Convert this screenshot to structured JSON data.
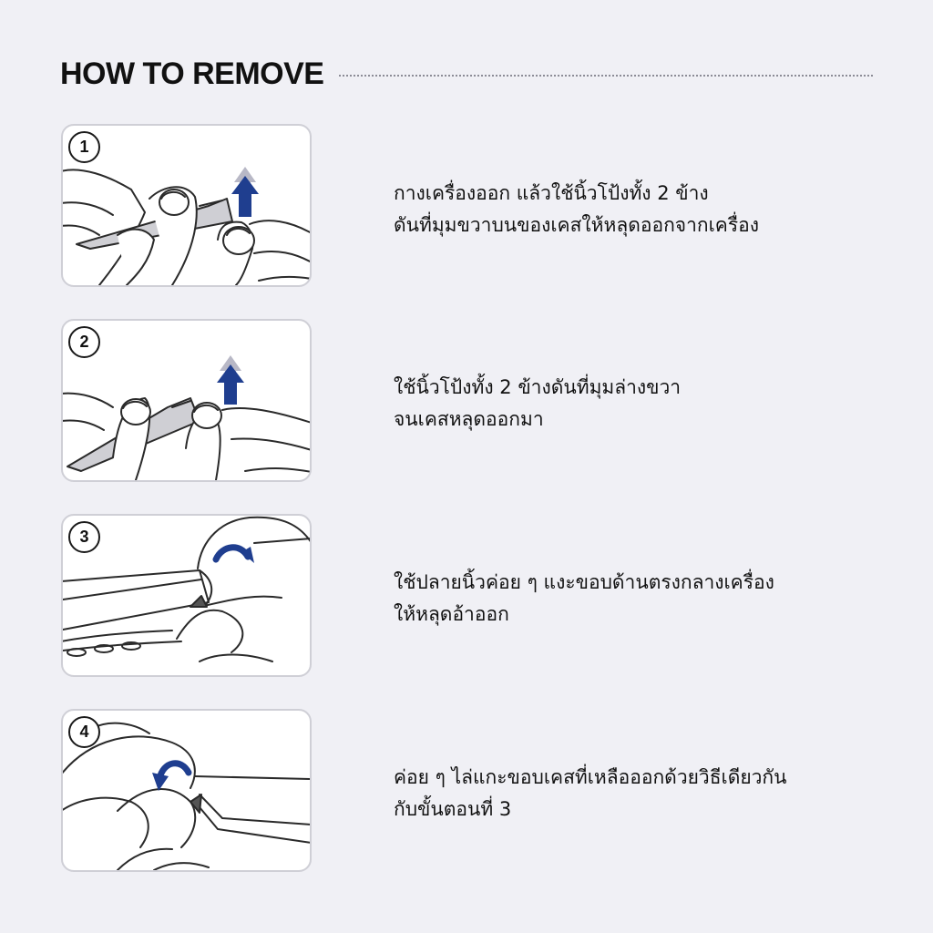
{
  "page": {
    "title": "HOW TO REMOVE",
    "background": "#f0f0f5",
    "accent": "#1f3e8f"
  },
  "steps": [
    {
      "number": "1",
      "lines": [
        "กางเครื่องออก แล้วใช้นิ้วโป้งทั้ง 2 ข้าง",
        "ดันที่มุมขวาบนของเคสให้หลุดออกจากเครื่อง"
      ],
      "illustration": "thumbs-push-top-right-corner",
      "arrow": "up-arrow-icon"
    },
    {
      "number": "2",
      "lines": [
        "ใช้นิ้วโป้งทั้ง 2 ข้างดันที่มุมล่างขวา",
        "จนเคสหลุดออกมา"
      ],
      "illustration": "thumbs-push-bottom-right-corner",
      "arrow": "up-arrow-icon"
    },
    {
      "number": "3",
      "lines": [
        "ใช้ปลายนิ้วค่อย ๆ แงะขอบด้านตรงกลางเครื่อง",
        "ให้หลุดอ้าออก"
      ],
      "illustration": "fingertip-pry-middle-edge",
      "arrow": "curved-arrow-icon"
    },
    {
      "number": "4",
      "lines": [
        "ค่อย ๆ ไล่แกะขอบเคสที่เหลือออกด้วยวิธีเดียวกัน",
        "กับขั้นตอนที่ 3"
      ],
      "illustration": "fingertip-peel-remaining-edge",
      "arrow": "curved-arrow-icon"
    }
  ]
}
